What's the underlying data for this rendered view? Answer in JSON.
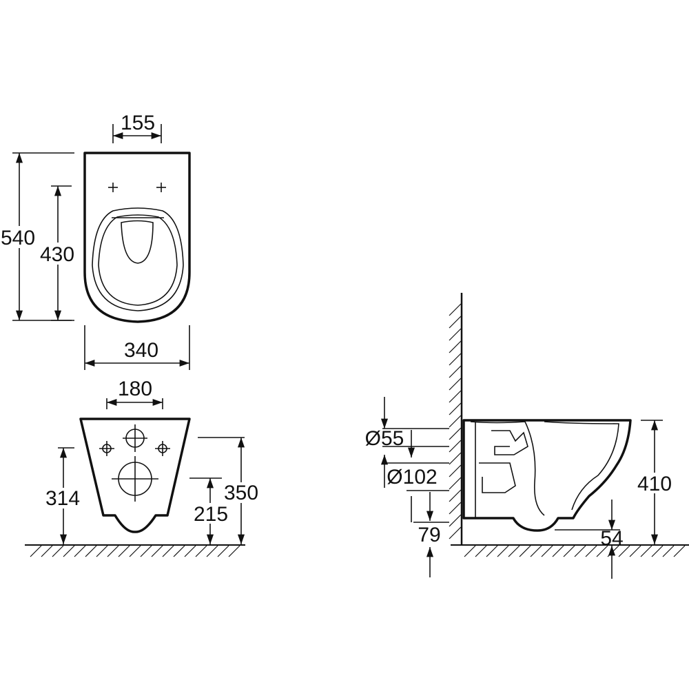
{
  "top_view": {
    "dim_width_top": "155",
    "dim_total_length": "540",
    "dim_inner_length": "430",
    "dim_total_width": "340"
  },
  "rear_view": {
    "dim_fixing_spacing": "180",
    "dim_outlet_height": "314",
    "dim_fixing_height": "350",
    "dim_inlet_height": "215"
  },
  "side_view": {
    "dim_inlet_diameter": "Ø55",
    "dim_outlet_diameter": "Ø102",
    "dim_outlet_offset": "79",
    "dim_rim_height": "410",
    "dim_floor_clearance": "54"
  }
}
